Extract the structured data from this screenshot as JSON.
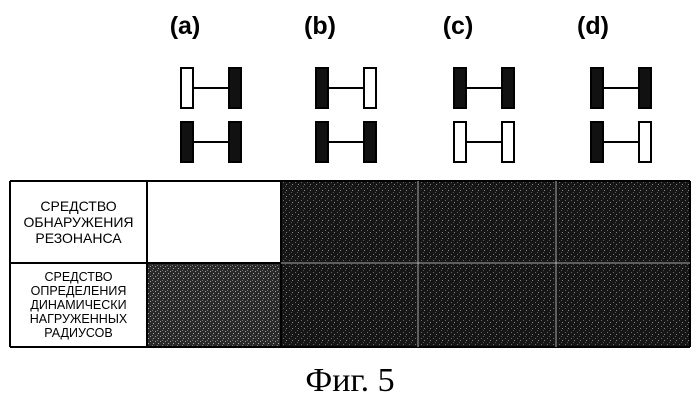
{
  "columns": [
    {
      "label": "(a)",
      "front": [
        "empty",
        "filled"
      ],
      "rear": [
        "filled",
        "filled"
      ]
    },
    {
      "label": "(b)",
      "front": [
        "filled",
        "empty"
      ],
      "rear": [
        "filled",
        "filled"
      ]
    },
    {
      "label": "(c)",
      "front": [
        "filled",
        "filled"
      ],
      "rear": [
        "empty",
        "empty"
      ]
    },
    {
      "label": "(d)",
      "front": [
        "filled",
        "filled"
      ],
      "rear": [
        "filled",
        "empty"
      ]
    }
  ],
  "rows": [
    {
      "label": "СРЕДСТВО\nОБНАРУЖЕНИЯ\nРЕЗОНАНСА",
      "cells": [
        "empty",
        "filled",
        "filled",
        "filled"
      ]
    },
    {
      "label": "СРЕДСТВО\nОПРЕДЕЛЕНИЯ\nДИНАМИЧЕСКИ\nНАГРУЖЕННЫХ\nРАДИУСОВ",
      "cells": [
        "medium",
        "filled",
        "filled",
        "filled"
      ]
    }
  ],
  "caption": "Фиг. 5",
  "colors": {
    "filled": "#111111",
    "medium": "#3a3a3a",
    "empty": "#ffffff",
    "line": "#000000"
  }
}
